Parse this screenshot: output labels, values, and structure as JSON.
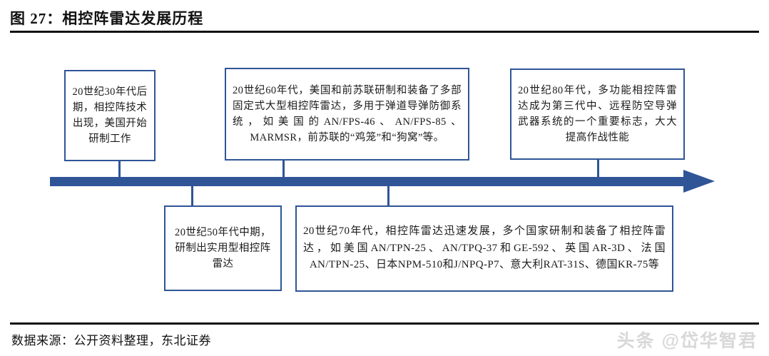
{
  "figure": {
    "title": "图 27：相控阵雷达发展历程",
    "source_note": "数据来源：公开资料整理，东北证券",
    "watermark": "头条 @岱华智君"
  },
  "colors": {
    "accent_blue": "#2f5597",
    "rule_black": "#111111",
    "box_fill": "#ffffff",
    "watermark_gray": "#d8d8d8"
  },
  "timeline": {
    "arrow_name": "timeline-arrow-right",
    "events": [
      {
        "id": "1930s",
        "position": "above",
        "text": "20世纪30年代后期，相控阵技术出现，美国开始研制工作"
      },
      {
        "id": "1950s",
        "position": "below",
        "text": "20世纪50年代中期，研制出实用型相控阵雷达"
      },
      {
        "id": "1960s",
        "position": "above",
        "text": "20世纪60年代，美国和前苏联研制和装备了多部固定式大型相控阵雷达，多用于弹道导弹防御系统，如美国的AN/FPS-46、AN/FPS-85、MARMSR，前苏联的“鸡笼”和“狗窝”等。"
      },
      {
        "id": "1970s",
        "position": "below",
        "text": "20世纪70年代，相控阵雷达迅速发展，多个国家研制和装备了相控阵雷达，如美国AN/TPN-25、AN/TPQ-37和GE-592、英国AR-3D、法国AN/TPN-25、日本NPM-510和J/NPQ-P7、意大利RAT-31S、德国KR-75等"
      },
      {
        "id": "1980s",
        "position": "above",
        "text": "20世纪80年代，多功能相控阵雷达成为第三代中、远程防空导弹武器系统的一个重要标志，大大提高作战性能"
      }
    ]
  }
}
